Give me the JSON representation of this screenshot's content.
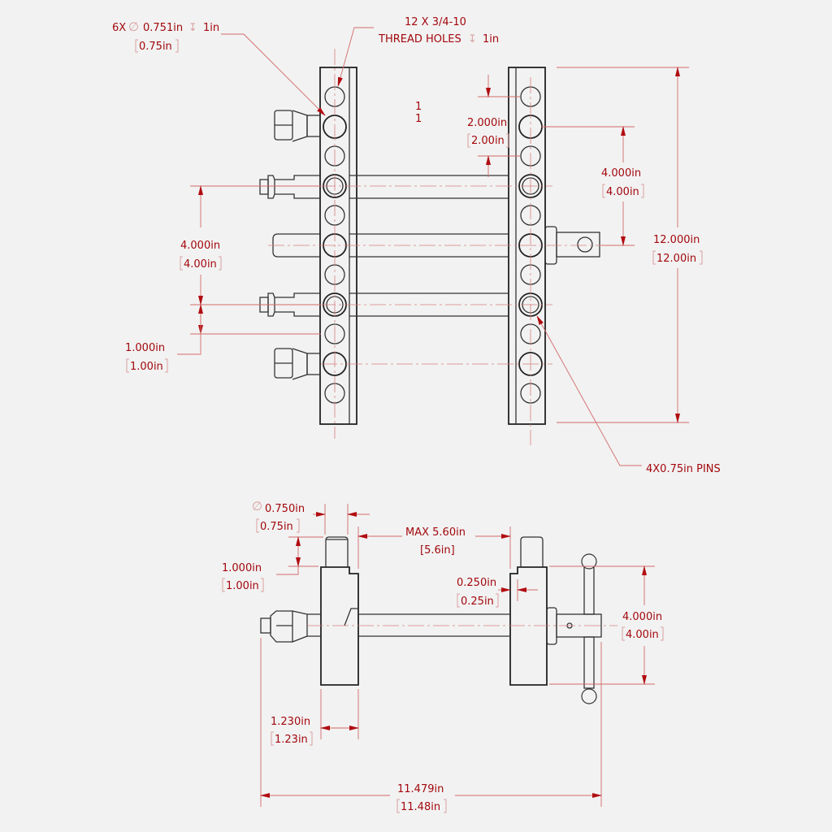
{
  "drawing": {
    "title": "Vise / clamp assembly engineering drawing",
    "colors": {
      "dimension": "#a3080d",
      "dimension_line": "#d46a6a",
      "geometry": "#333333",
      "background": "#f2f2f2"
    }
  },
  "top_view": {
    "callouts": {
      "hole_spec_line1_prefix": "6X",
      "hole_spec_diameter": "0.751in",
      "hole_spec_depth": "1in",
      "hole_spec_alt": "0.75in",
      "thread_line1": "12 X 3/4-10",
      "thread_line2": "THREAD HOLES",
      "thread_depth": "1in",
      "pins": "4X0.75in PINS",
      "note_a": "1",
      "note_b": "1"
    },
    "dimensions": {
      "spacing_2": {
        "primary": "2.000in",
        "alt": "2.00in"
      },
      "right_4": {
        "primary": "4.000in",
        "alt": "4.00in"
      },
      "overall_12": {
        "primary": "12.000in",
        "alt": "12.00in"
      },
      "left_4": {
        "primary": "4.000in",
        "alt": "4.00in"
      },
      "left_1": {
        "primary": "1.000in",
        "alt": "1.00in"
      }
    }
  },
  "side_view": {
    "dimensions": {
      "pin_dia": {
        "primary": "0.750in",
        "alt": "0.75in"
      },
      "pin_height": {
        "primary": "1.000in",
        "alt": "1.00in"
      },
      "max_opening": {
        "primary": "MAX 5.60in",
        "alt": "[5.6in]"
      },
      "step": {
        "primary": "0.250in",
        "alt": "0.25in"
      },
      "handle": {
        "primary": "4.000in",
        "alt": "4.00in"
      },
      "jaw_width": {
        "primary": "1.230in",
        "alt": "1.23in"
      },
      "overall": {
        "primary": "11.479in",
        "alt": "11.48in"
      }
    }
  }
}
